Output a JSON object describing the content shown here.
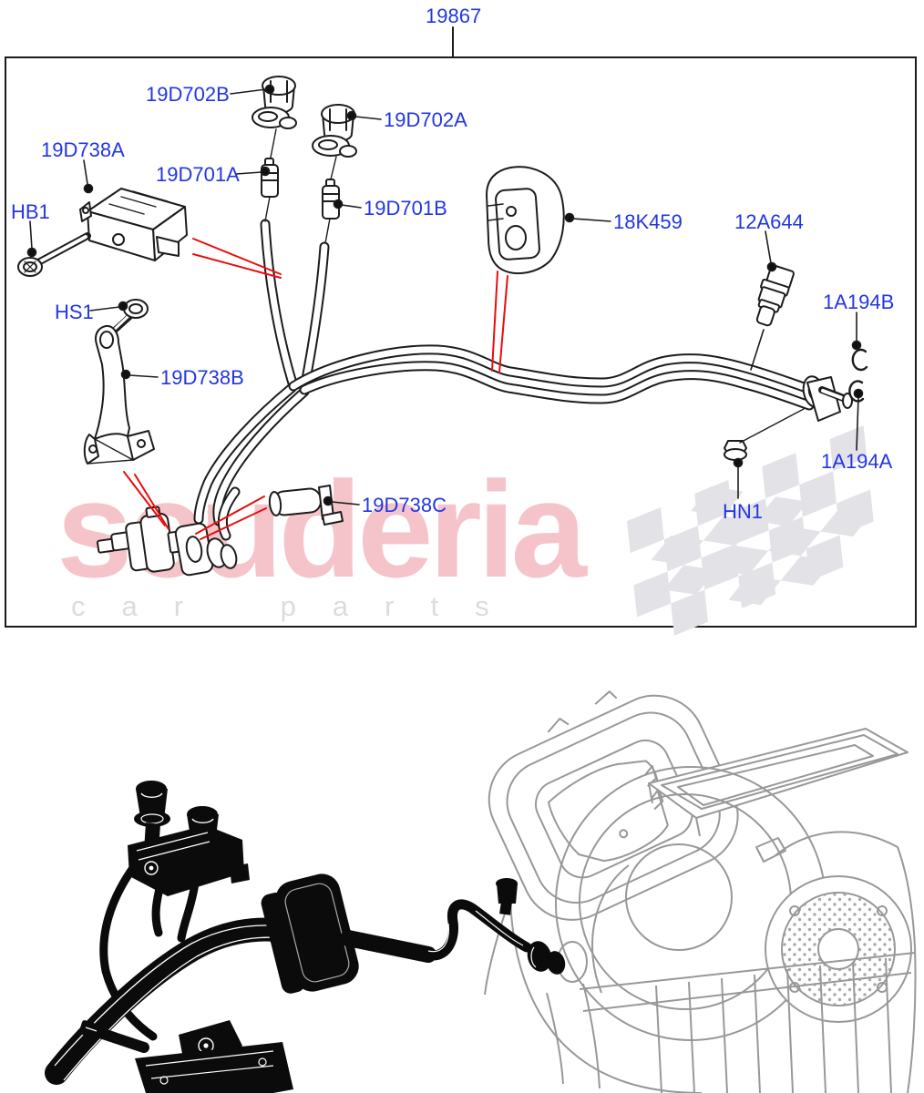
{
  "assembly_callout": {
    "text": "19867"
  },
  "watermark": {
    "brand": "scuderia",
    "subtitle": "car parts"
  },
  "part_callouts": [
    {
      "text": "19D702B"
    },
    {
      "text": "19D702A"
    },
    {
      "text": "19D738A"
    },
    {
      "text": "19D701A"
    },
    {
      "text": "19D701B"
    },
    {
      "text": "HB1"
    },
    {
      "text": "HS1"
    },
    {
      "text": "19D738B"
    },
    {
      "text": "19D738C"
    },
    {
      "text": "18K459"
    },
    {
      "text": "12A644"
    },
    {
      "text": "1A194B"
    },
    {
      "text": "1A194A"
    },
    {
      "text": "HN1"
    }
  ],
  "colors": {
    "callout_blue": "#2236e2",
    "leader_red": "#e90d0d",
    "line_black": "#1c1c1c",
    "heater_gray": "#989898",
    "watermark_pink": "#f5c4ca",
    "watermark_gray": "#dcdcdc",
    "flag_gray": "#e3e3e7"
  }
}
